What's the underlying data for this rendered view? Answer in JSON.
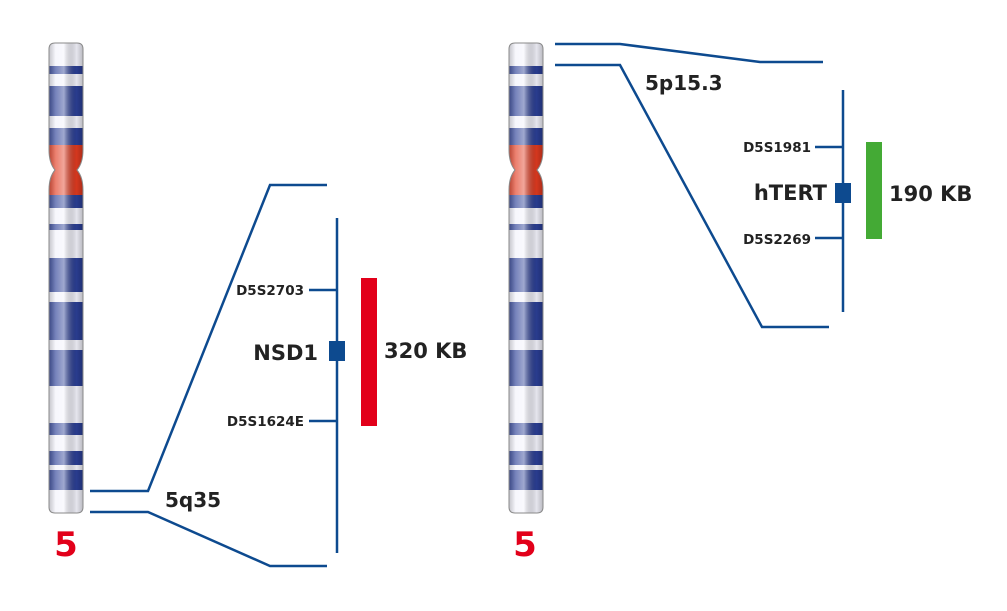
{
  "colors": {
    "line": "#0d4a8f",
    "dark_band": "#2b3f96",
    "light_band": "#f2f2fb",
    "centromere": "#e03a20",
    "chrom_label": "#e2001a",
    "gene_box": "#0d4a8f",
    "nsd1_bar": "#e2001a",
    "htert_bar": "#44aa35"
  },
  "left_diagram": {
    "chromosome_label": "5",
    "band_label": "5q35",
    "marker_top": "D5S2703",
    "marker_bottom": "D5S1624E",
    "gene": "NSD1",
    "size_label": "320 KB"
  },
  "right_diagram": {
    "chromosome_label": "5",
    "band_label": "5p15.3",
    "marker_top": "D5S1981",
    "marker_bottom": "D5S2269",
    "gene": "hTERT",
    "size_label": "190 KB"
  }
}
